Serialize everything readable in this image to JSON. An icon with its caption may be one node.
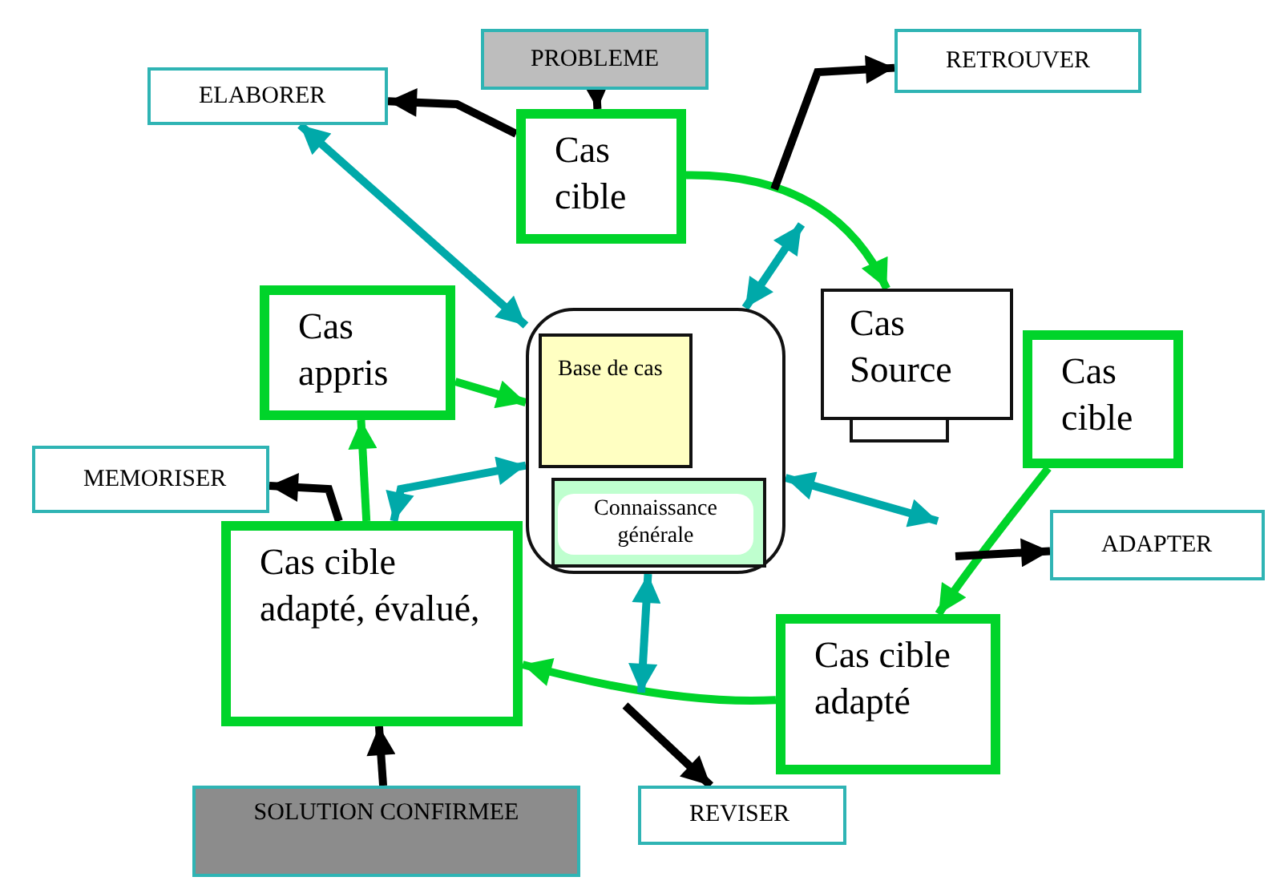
{
  "diagram": {
    "nodes": [
      {
        "text": [
          "PROBLEME"
        ]
      },
      {
        "text": [
          "ELABORER"
        ]
      },
      {
        "text": [
          "RETROUVER"
        ]
      },
      {
        "text": [
          "Cas cible"
        ]
      },
      {
        "text": [
          "Cas appris"
        ]
      },
      {
        "text": [],
        "shape": "box"
      },
      {
        "text": [
          "Base de cas"
        ],
        "in": 5
      },
      {
        "text": [
          "Connaissance générale"
        ],
        "in": 5
      },
      {
        "text": [
          "Cas Source"
        ]
      },
      {
        "text": [
          "Cas cible"
        ]
      },
      {
        "text": [],
        "shape": "box"
      },
      {
        "text": [
          "MEMORISER"
        ]
      },
      {
        "text": [
          "Cas cible adapté, évalué,"
        ]
      },
      {
        "text": [
          "ADAPTER"
        ]
      },
      {
        "text": [
          "Cas cible adapté"
        ]
      },
      {
        "text": [
          "SOLUTION CONFIRMEE"
        ]
      },
      {
        "text": [
          "REVISER"
        ]
      }
    ],
    "edges": [
      {
        "from": 0,
        "to": 3,
        "arrow": "to"
      },
      {
        "from": 3,
        "to": 1,
        "arrow": "to"
      },
      {
        "from": 3,
        "to": 8,
        "arrow": "to",
        "color": "#00d42a"
      },
      {
        "from": null,
        "to": 2,
        "arrow": "to"
      },
      {
        "from": 1,
        "to": 5,
        "arrow": "both",
        "color": "#00a9a9"
      },
      {
        "from": 5,
        "to": null,
        "arrow": "both",
        "color": "#00a9a9"
      },
      {
        "from": 4,
        "to": 5,
        "arrow": "to",
        "color": "#00d42a"
      },
      {
        "from": 9,
        "to": 14,
        "arrow": "to",
        "color": "#00d42a"
      },
      {
        "from": 5,
        "to": null,
        "arrow": "both",
        "color": "#00a9a9"
      },
      {
        "from": null,
        "to": 13,
        "arrow": "to"
      },
      {
        "from": 14,
        "to": 12,
        "arrow": "to",
        "color": "#00d42a"
      },
      {
        "from": 5,
        "to": null,
        "arrow": "both",
        "color": "#00a9a9"
      },
      {
        "from": null,
        "to": 16,
        "arrow": "to"
      },
      {
        "from": 12,
        "to": 4,
        "arrow": "to",
        "color": "#00d42a"
      },
      {
        "from": 12,
        "to": 5,
        "arrow": "both",
        "color": "#00a9a9"
      },
      {
        "from": 12,
        "to": 11,
        "arrow": "to"
      },
      {
        "from": 15,
        "to": 12,
        "arrow": "to"
      }
    ]
  }
}
